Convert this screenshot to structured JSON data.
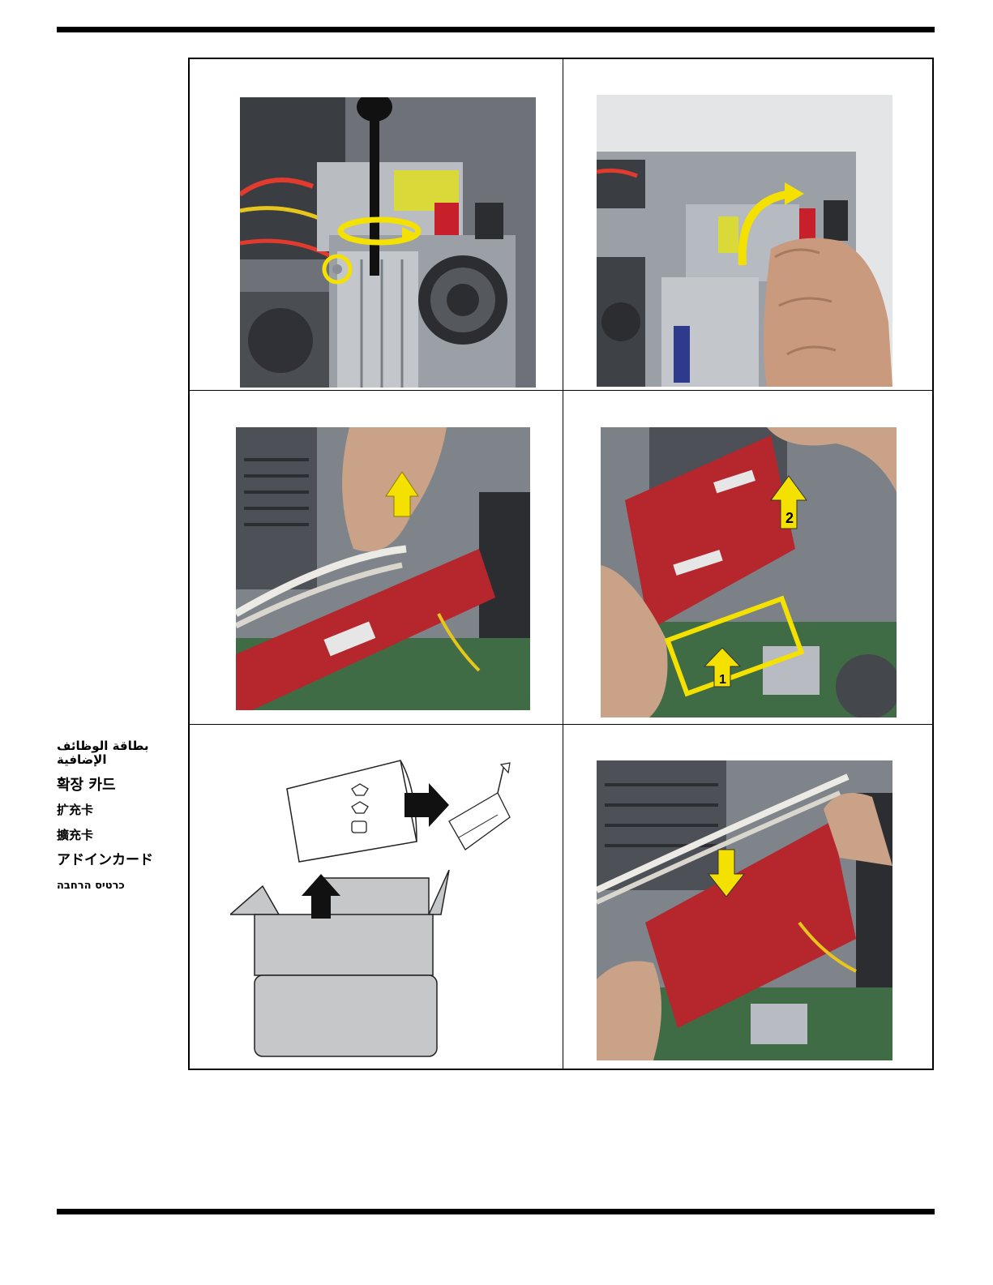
{
  "sidebar": {
    "labels": [
      {
        "lang": "ar",
        "text": "بطاقة الوظائف الإضافية"
      },
      {
        "lang": "ko",
        "text": "확장 카드"
      },
      {
        "lang": "zh-CN",
        "text": "扩充卡"
      },
      {
        "lang": "zh-TW",
        "text": "擴充卡"
      },
      {
        "lang": "ja",
        "text": "アドインカード"
      },
      {
        "lang": "he",
        "text": "כרטיס הרחבה"
      }
    ]
  },
  "figures": {
    "step_numbers": [
      "2",
      "1"
    ],
    "colors": {
      "arrow_yellow": "#f5e100",
      "card_red": "#b5272d",
      "chassis_gray": "#a8adb3",
      "board_green": "#3f6b45"
    }
  }
}
